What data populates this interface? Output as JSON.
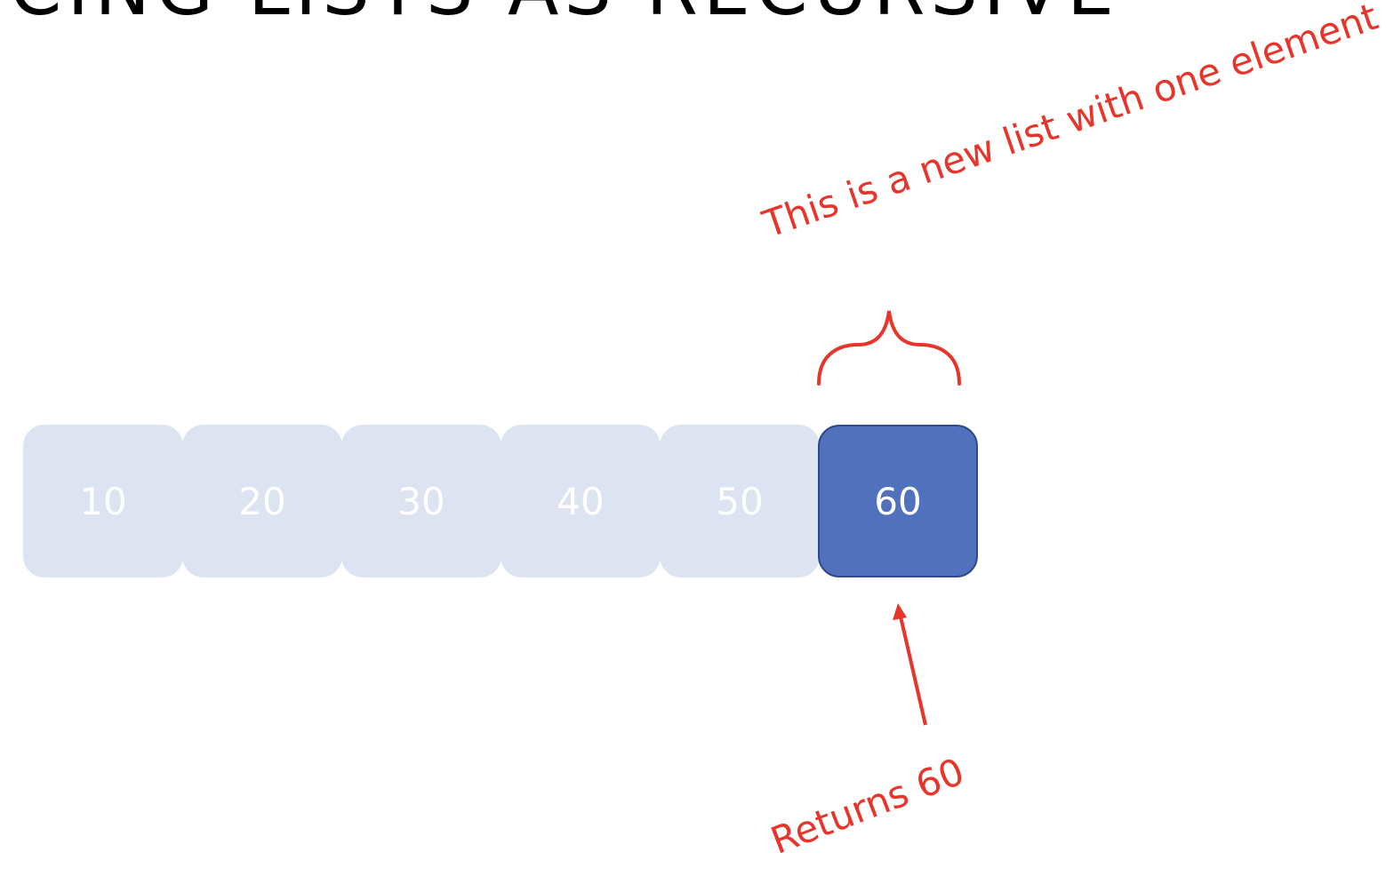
{
  "slide": {
    "title": "ICING LISTS AS RECURSIVE"
  },
  "list": {
    "cells": [
      {
        "label": "10",
        "highlighted": false
      },
      {
        "label": "20",
        "highlighted": false
      },
      {
        "label": "30",
        "highlighted": false
      },
      {
        "label": "40",
        "highlighted": false
      },
      {
        "label": "50",
        "highlighted": false
      },
      {
        "label": "60",
        "highlighted": true
      }
    ]
  },
  "annotations": {
    "top_note": "This is a new list with one element",
    "bottom_note": "Returns 60",
    "color": "#e8342a"
  },
  "colors": {
    "faded_cell": "#dde3f1",
    "active_cell": "#5170bd",
    "active_border": "#2f4a8a"
  }
}
